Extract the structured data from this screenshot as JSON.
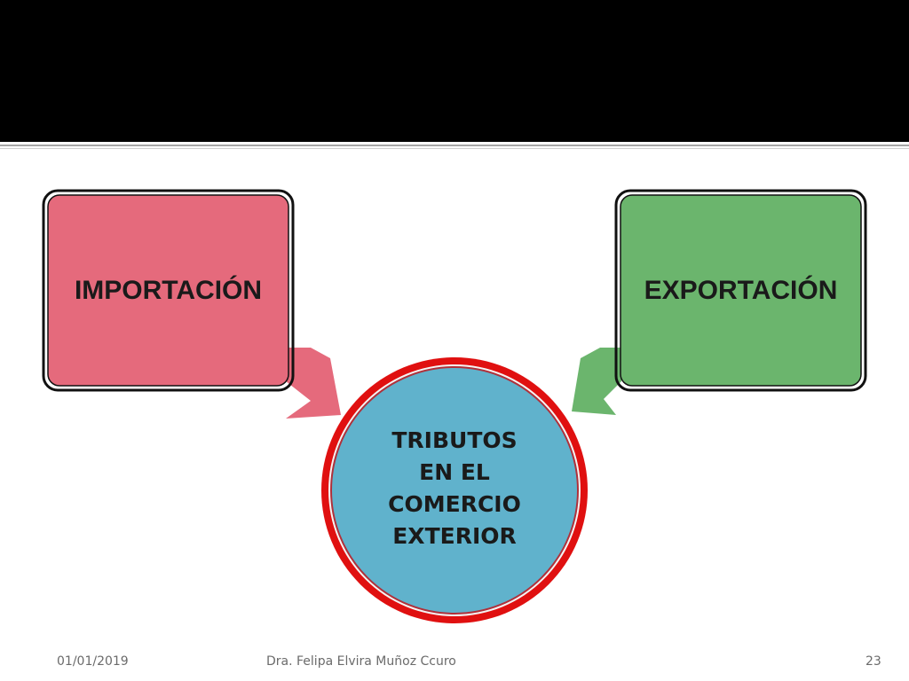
{
  "diagram": {
    "left_box": {
      "label": "IMPORTACIÓN",
      "color": "#e56a7c"
    },
    "right_box": {
      "label": "EXPORTACIÓN",
      "color": "#6bb56d"
    },
    "center_circle": {
      "label": "TRIBUTOS\nEN EL\nCOMERCIO\nEXTERIOR",
      "color": "#60b2cc",
      "border_color": "#e01010"
    }
  },
  "footer": {
    "date": "01/01/2019",
    "author": "Dra. Felipa Elvira Muñoz Ccuro",
    "page_number": "23"
  }
}
